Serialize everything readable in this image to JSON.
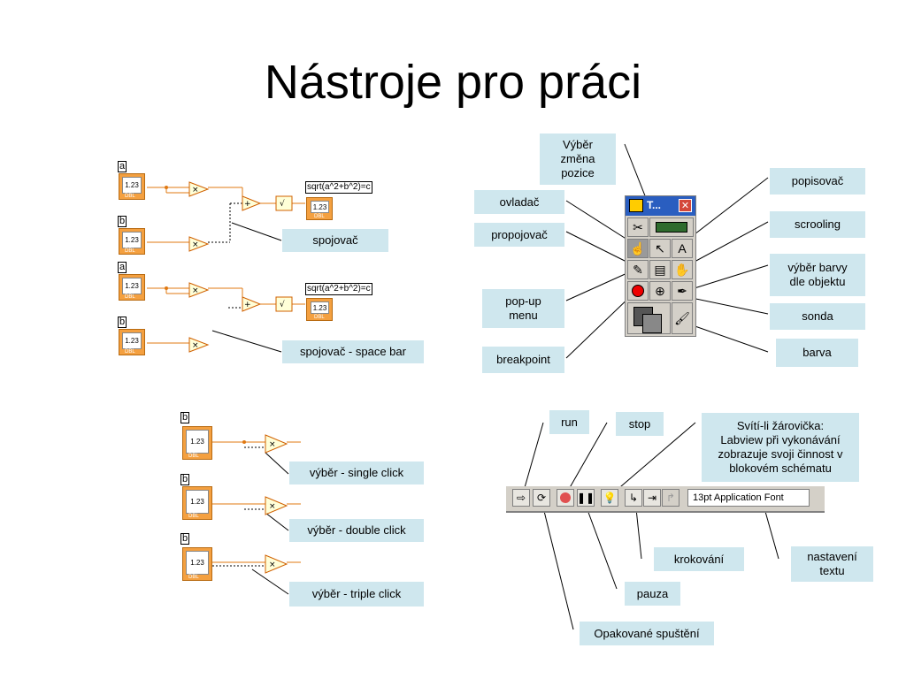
{
  "title": "Nástroje pro práci",
  "labels": {
    "spojovac": "spojovač",
    "spojovac_space": "spojovač - space bar",
    "ovladac": "ovladač",
    "propojovac": "propojovač",
    "popup": "pop-up\nmenu",
    "breakpoint": "breakpoint",
    "vyber_zmena": "Výběr\nzměna\npozice",
    "popisovac": "popisovač",
    "scrooling": "scrooling",
    "vyber_barvy": "výběr barvy\ndle objektu",
    "sonda": "sonda",
    "barva": "barva",
    "single": "výběr - single click",
    "double": "výběr - double click",
    "triple": "výběr - triple click",
    "run": "run",
    "stop": "stop",
    "svitili": "Svítí-li žárovička:\nLabview při vykonávání\nzobrazuje svoji činnost v\nblokovém schématu",
    "krokovani": "krokování",
    "nastaveni": "nastavení\ntextu",
    "pauza": "pauza",
    "opakovane": "Opakované spuštění"
  },
  "diagram": {
    "var_a": "a",
    "var_b": "b",
    "num": "1.23",
    "dbl": "DBL",
    "formula": "sqrt(a^2+b^2)=c"
  },
  "palette": {
    "title": "T..."
  },
  "toolbar": {
    "font": "13pt Application Font"
  }
}
